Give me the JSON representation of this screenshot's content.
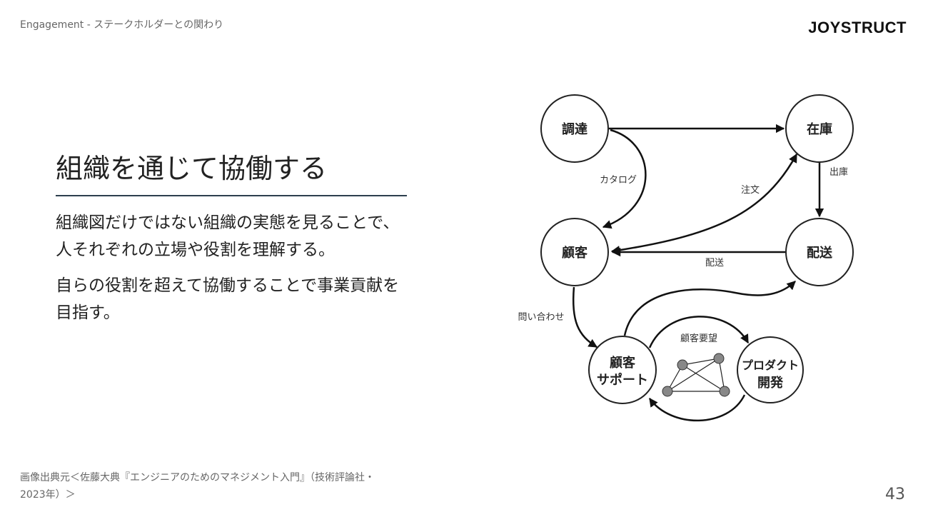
{
  "header": {
    "breadcrumb": "Engagement - ステークホルダーとの関わり",
    "logo": "JOYSTRUCT"
  },
  "slide": {
    "title": "組織を通じて協働する",
    "paragraphs": [
      "組織図だけではない組織の実態を見ることで、人それぞれの立場や役割を理解する。",
      "自らの役割を超えて協働することで事業貢献を目指す。"
    ]
  },
  "diagram": {
    "nodes": {
      "procurement": "調達",
      "inventory": "在庫",
      "customer": "顧客",
      "delivery": "配送",
      "support_1": "顧客",
      "support_2": "サポート",
      "product_1": "プロダクト",
      "product_2": "開発"
    },
    "edges": {
      "catalog": "カタログ",
      "order": "注文",
      "shipping": "出庫",
      "delivery": "配送",
      "inquiry": "問い合わせ",
      "request": "顧客要望"
    }
  },
  "footer": {
    "source_line1": "画像出典元＜佐藤大典『エンジニアのためのマネジメント入門』（技術評論社・",
    "source_line2": "2023年）＞",
    "page_number": "43"
  }
}
